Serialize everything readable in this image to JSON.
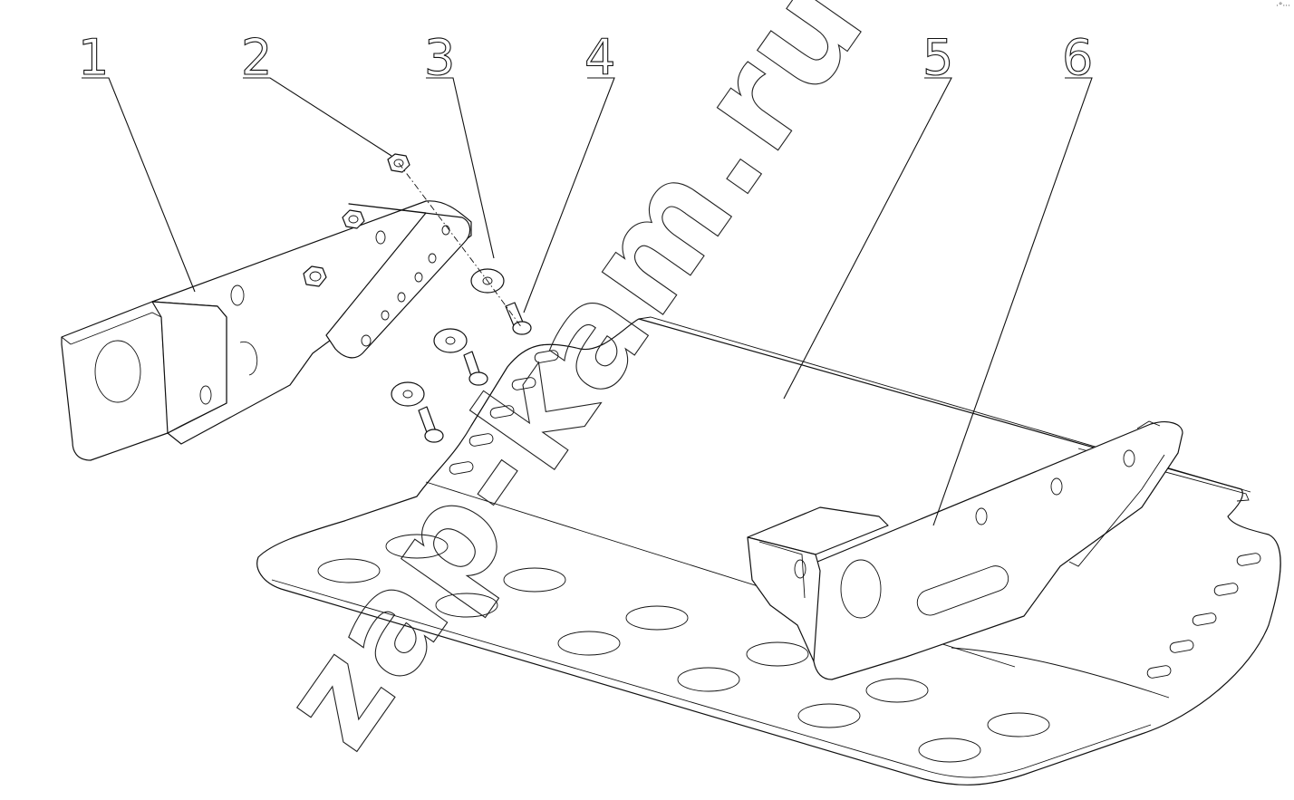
{
  "callouts": [
    {
      "label": "1"
    },
    {
      "label": "2"
    },
    {
      "label": "3"
    },
    {
      "label": "4"
    },
    {
      "label": "5"
    },
    {
      "label": "6"
    }
  ],
  "watermark": "zap-kam.ru",
  "corner_mark": "·°···"
}
